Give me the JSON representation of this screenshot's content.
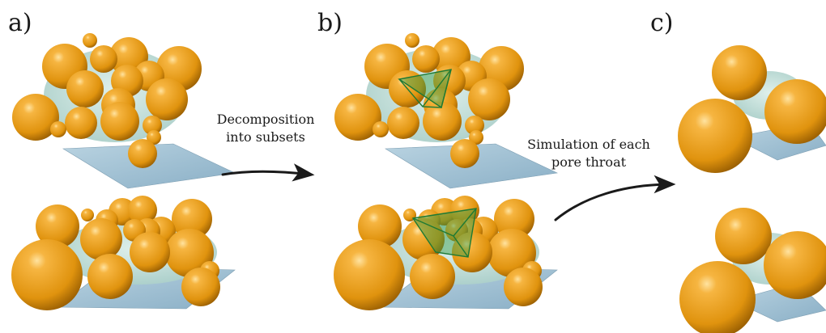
{
  "panels": {
    "a": {
      "label": "a)"
    },
    "b": {
      "label": "b)"
    },
    "c": {
      "label": "c)"
    }
  },
  "arrows": {
    "decomposition": {
      "line1": "Decomposition",
      "line2": "into subsets"
    },
    "simulation": {
      "line1": "Simulation of each",
      "line2": "pore throat"
    }
  },
  "colors": {
    "sphere": "#E0930E",
    "sphere_highlight": "#FFE3A0",
    "sphere_shadow": "#8E5600",
    "substrate": "#9EC0D3",
    "fluid": "#BBDCD7",
    "subset_highlight": "#2E9A45",
    "arrow": "#1A1A1A"
  }
}
